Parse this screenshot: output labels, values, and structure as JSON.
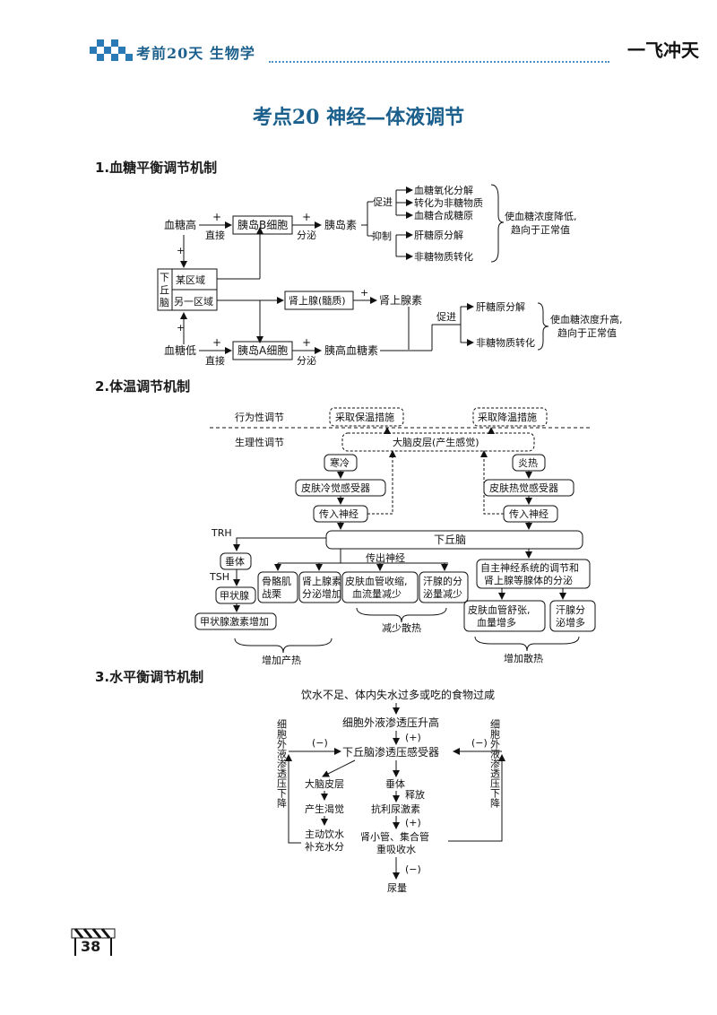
{
  "header": {
    "book_title": "考前20天  生物学",
    "brand": "一飞冲天"
  },
  "title": "考点20   神经—体液调节",
  "sections": {
    "glucose": {
      "heading": "1.血糖平衡调节机制",
      "high": "血糖高",
      "low": "血糖低",
      "direct": "直接",
      "plus": "+",
      "beta_cell": "胰岛B细胞",
      "alpha_cell": "胰岛A细胞",
      "secrete": "分泌",
      "insulin": "胰岛素",
      "glucagon": "胰高血糖素",
      "promote": "促进",
      "inhibit": "抑制",
      "ins_effects": [
        "血糖氧化分解",
        "转化为非糖物质",
        "血糖合成糖原"
      ],
      "inh_effects": [
        "肝糖原分解",
        "非糖物质转化"
      ],
      "decrease_result": [
        "使血糖浓度降低,",
        "趋向于正常值"
      ],
      "hypo_chars": [
        "下",
        "丘",
        "脑"
      ],
      "region1": "某区域",
      "region2": "另一区域",
      "adrenal": "肾上腺(髓质)",
      "adrenaline": "肾上腺素",
      "gluc_effects": [
        "肝糖原分解",
        "非糖物质转化"
      ],
      "increase_result": [
        "使血糖浓度升高,",
        "趋向于正常值"
      ]
    },
    "temperature": {
      "heading": "2.体温调节机制",
      "behavioral": "行为性调节",
      "physiological": "生理性调节",
      "keep_warm": "采取保温措施",
      "cool_down": "采取降温措施",
      "cortex": "大脑皮层(产生感觉)",
      "cold": "寒冷",
      "hot": "炎热",
      "cold_receptor": "皮肤冷觉感受器",
      "heat_receptor": "皮肤热觉感受器",
      "afferent": "传入神经",
      "hypothalamus": "下丘脑",
      "efferent": "传出神经",
      "trh": "TRH",
      "tsh": "TSH",
      "pituitary": "垂体",
      "thyroid": "甲状腺",
      "thyroxine": "甲状腺激素增加",
      "muscle": [
        "骨骼肌",
        "战栗"
      ],
      "adrenal_sec": [
        "肾上腺素",
        "分泌增加"
      ],
      "vasoconstrict": [
        "皮肤血管收缩,",
        "血流量减少"
      ],
      "sweat_less": [
        "汗腺的分",
        "泌量减少"
      ],
      "autonomic": [
        "自主神经系统的调节和",
        "肾上腺等腺体的分泌"
      ],
      "vasodilate": [
        "皮肤血管舒张,",
        "血量增多"
      ],
      "sweat_more": [
        "汗腺分",
        "泌增多"
      ],
      "more_heat": "增加产热",
      "less_heat": "减少散热",
      "more_dissipation": "增加散热"
    },
    "water": {
      "heading": "3.水平衡调节机制",
      "cause": "饮水不足、体内失水过多或吃的食物过咸",
      "osm_up": "细胞外液渗透压升高",
      "plus": "(+)",
      "minus": "(−)",
      "receptor": "下丘脑渗透压感受器",
      "cortex": "大脑皮层",
      "thirst": "产生渴觉",
      "drink": [
        "主动饮水",
        "补充水分"
      ],
      "pituitary": "垂体",
      "release": "释放",
      "adh": "抗利尿激素",
      "kidney": [
        "肾小管、集合管",
        "重吸收水"
      ],
      "urine": "尿量",
      "side_label": "细胞外液渗透压下降"
    }
  },
  "page_number": "38"
}
